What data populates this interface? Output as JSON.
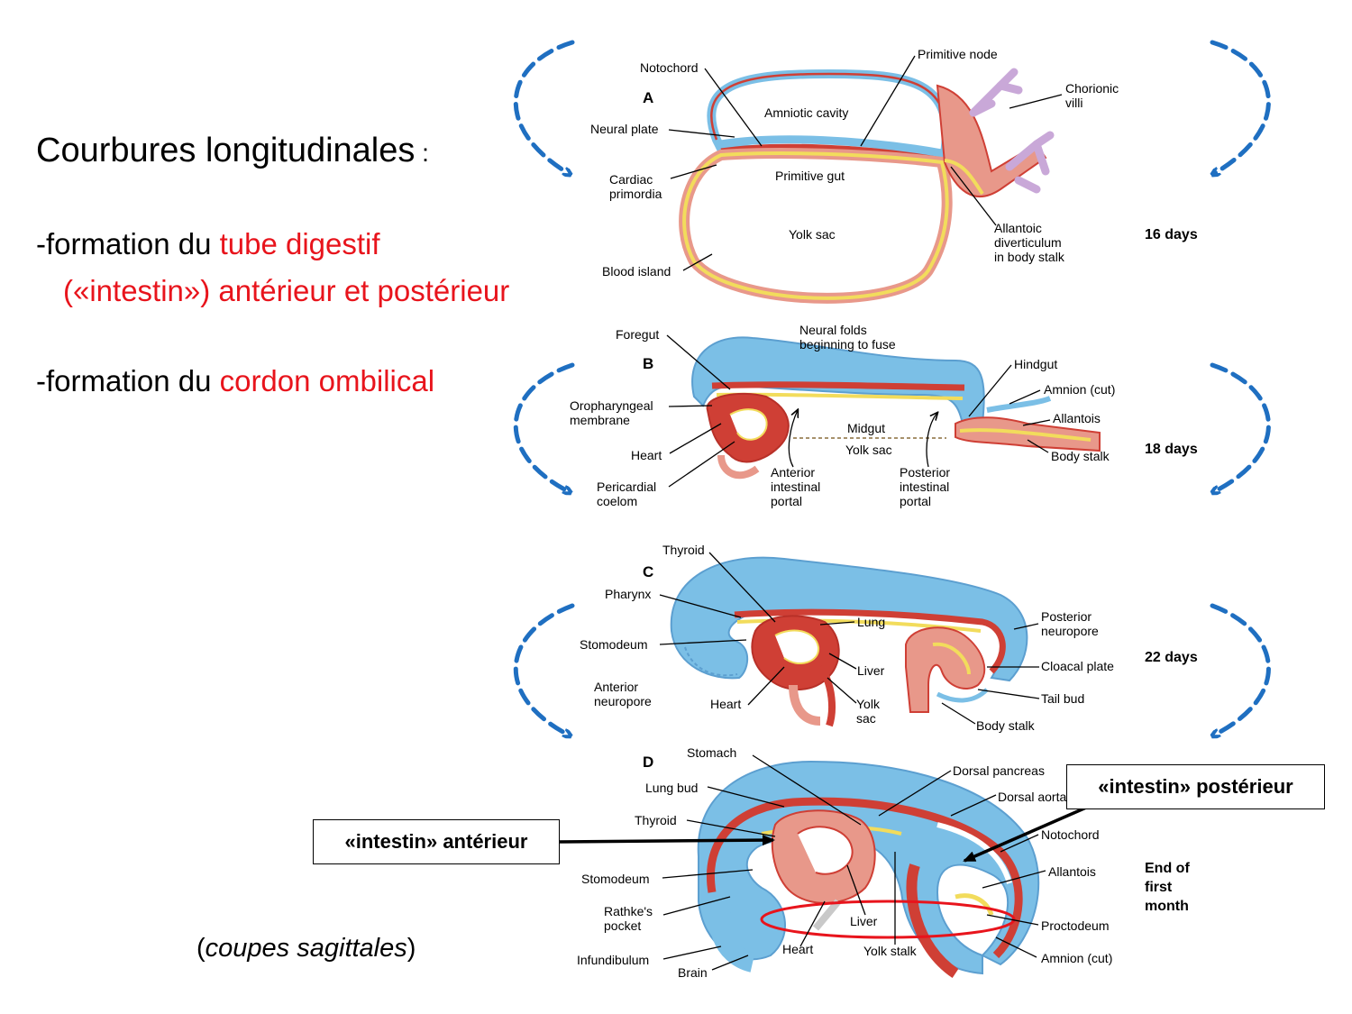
{
  "slide": {
    "heading": "Courbures longitudinales",
    "heading_suffix": " :",
    "line1_prefix": "-formation du ",
    "line1_highlight": "tube digestif",
    "line2_highlight": "(«intestin») antérieur et postérieur",
    "line3_prefix": "-formation du ",
    "line3_highlight": "cordon ombilical",
    "caption_open": "(",
    "caption_italic": "coupes sagittales",
    "caption_close": ")",
    "callout_anterior": "«intestin» antérieur",
    "callout_posterior": "«intestin» postérieur"
  },
  "colors": {
    "highlight": "#e8141c",
    "arrow": "#1f6fc1",
    "ectoderm": "#7bbfe6",
    "mesoderm": "#cf3f35",
    "endoderm": "#f2dc5c",
    "mesenchyme": "#e8988a"
  },
  "panels": {
    "A": {
      "letter": "A",
      "age": "16 days",
      "labels": {
        "notochord": "Notochord",
        "primitive_node": "Primitive node",
        "chorionic_villi": "Chorionic villi",
        "amniotic_cavity": "Amniotic cavity",
        "neural_plate": "Neural plate",
        "primitive_gut": "Primitive gut",
        "cardiac_primordia": "Cardiac primordia",
        "yolk_sac": "Yolk sac",
        "allantoic": "Allantoic diverticulum in body stalk",
        "blood_island": "Blood island"
      }
    },
    "B": {
      "letter": "B",
      "age": "18 days",
      "labels": {
        "foregut": "Foregut",
        "neural_folds": "Neural folds beginning to fuse",
        "hindgut": "Hindgut",
        "amnion_cut": "Amnion (cut)",
        "oropharyngeal": "Oropharyngeal membrane",
        "allantois": "Allantois",
        "midgut": "Midgut",
        "yolk_sac": "Yolk sac",
        "heart": "Heart",
        "body_stalk": "Body stalk",
        "anterior_portal": "Anterior intestinal portal",
        "posterior_portal": "Posterior intestinal portal",
        "pericardial": "Pericardial coelom"
      }
    },
    "C": {
      "letter": "C",
      "age": "22 days",
      "labels": {
        "thyroid": "Thyroid",
        "pharynx": "Pharynx",
        "lung": "Lung",
        "posterior_neuropore": "Posterior neuropore",
        "stomodeum": "Stomodeum",
        "liver": "Liver",
        "cloacal_plate": "Cloacal plate",
        "anterior_neuropore": "Anterior neuropore",
        "heart": "Heart",
        "yolk_sac": "Yolk sac",
        "tail_bud": "Tail bud",
        "body_stalk": "Body stalk"
      }
    },
    "D": {
      "letter": "D",
      "age": "End of first month",
      "labels": {
        "stomach": "Stomach",
        "dorsal_pancreas": "Dorsal pancreas",
        "lung_bud": "Lung bud",
        "dorsal_aorta": "Dorsal aorta",
        "thyroid": "Thyroid",
        "notochord": "Notochord",
        "stomodeum": "Stomodeum",
        "allantois": "Allantois",
        "rathkes": "Rathke's pocket",
        "liver": "Liver",
        "proctodeum": "Proctodeum",
        "heart": "Heart",
        "yolk_stalk": "Yolk stalk",
        "infundibulum": "Infundibulum",
        "amnion_cut": "Amnion (cut)",
        "brain": "Brain"
      }
    }
  }
}
